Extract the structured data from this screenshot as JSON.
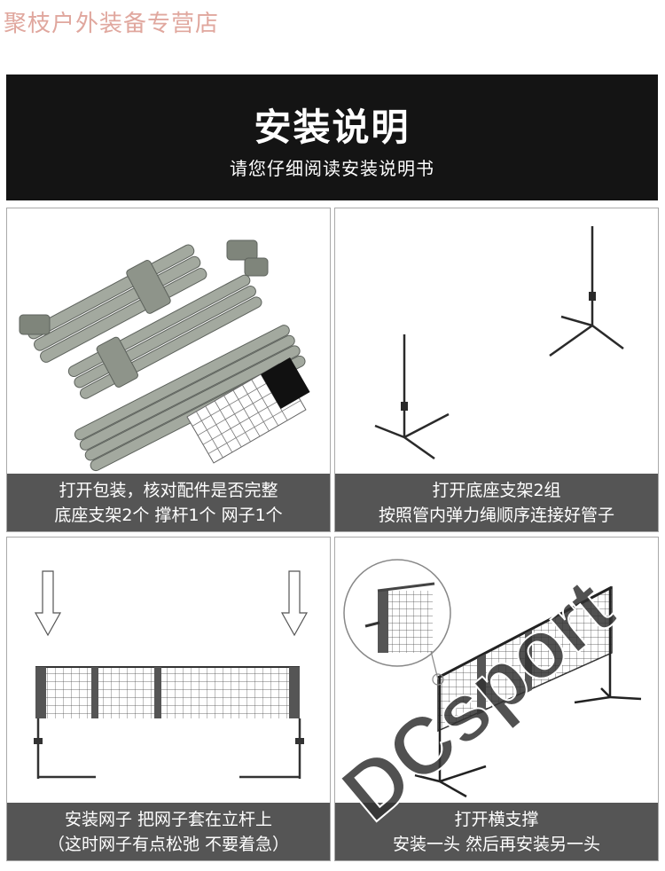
{
  "store_name": "聚枝户外装备专营店",
  "banner": {
    "title": "安装说明",
    "subtitle": "请您仔细阅读安装说明书"
  },
  "steps": [
    {
      "line1": "打开包装，核对配件是否完整",
      "line2": "底座支架2个 撑杆1个 网子1个"
    },
    {
      "line1": "打开底座支架2组",
      "line2": "按照管内弹力绳顺序连接好管子"
    },
    {
      "line1": "安装网子 把网子套在立杆上",
      "line2": "（这时网子有点松弛 不要着急）"
    },
    {
      "line1": "打开横支撑",
      "line2": "安装一头 然后再安装另一头"
    }
  ],
  "watermark": "DCsport",
  "colors": {
    "banner_bg": "#141414",
    "caption_bg": "#555555",
    "store_text": "#e0a79e",
    "pipe": "#9ea49a"
  }
}
